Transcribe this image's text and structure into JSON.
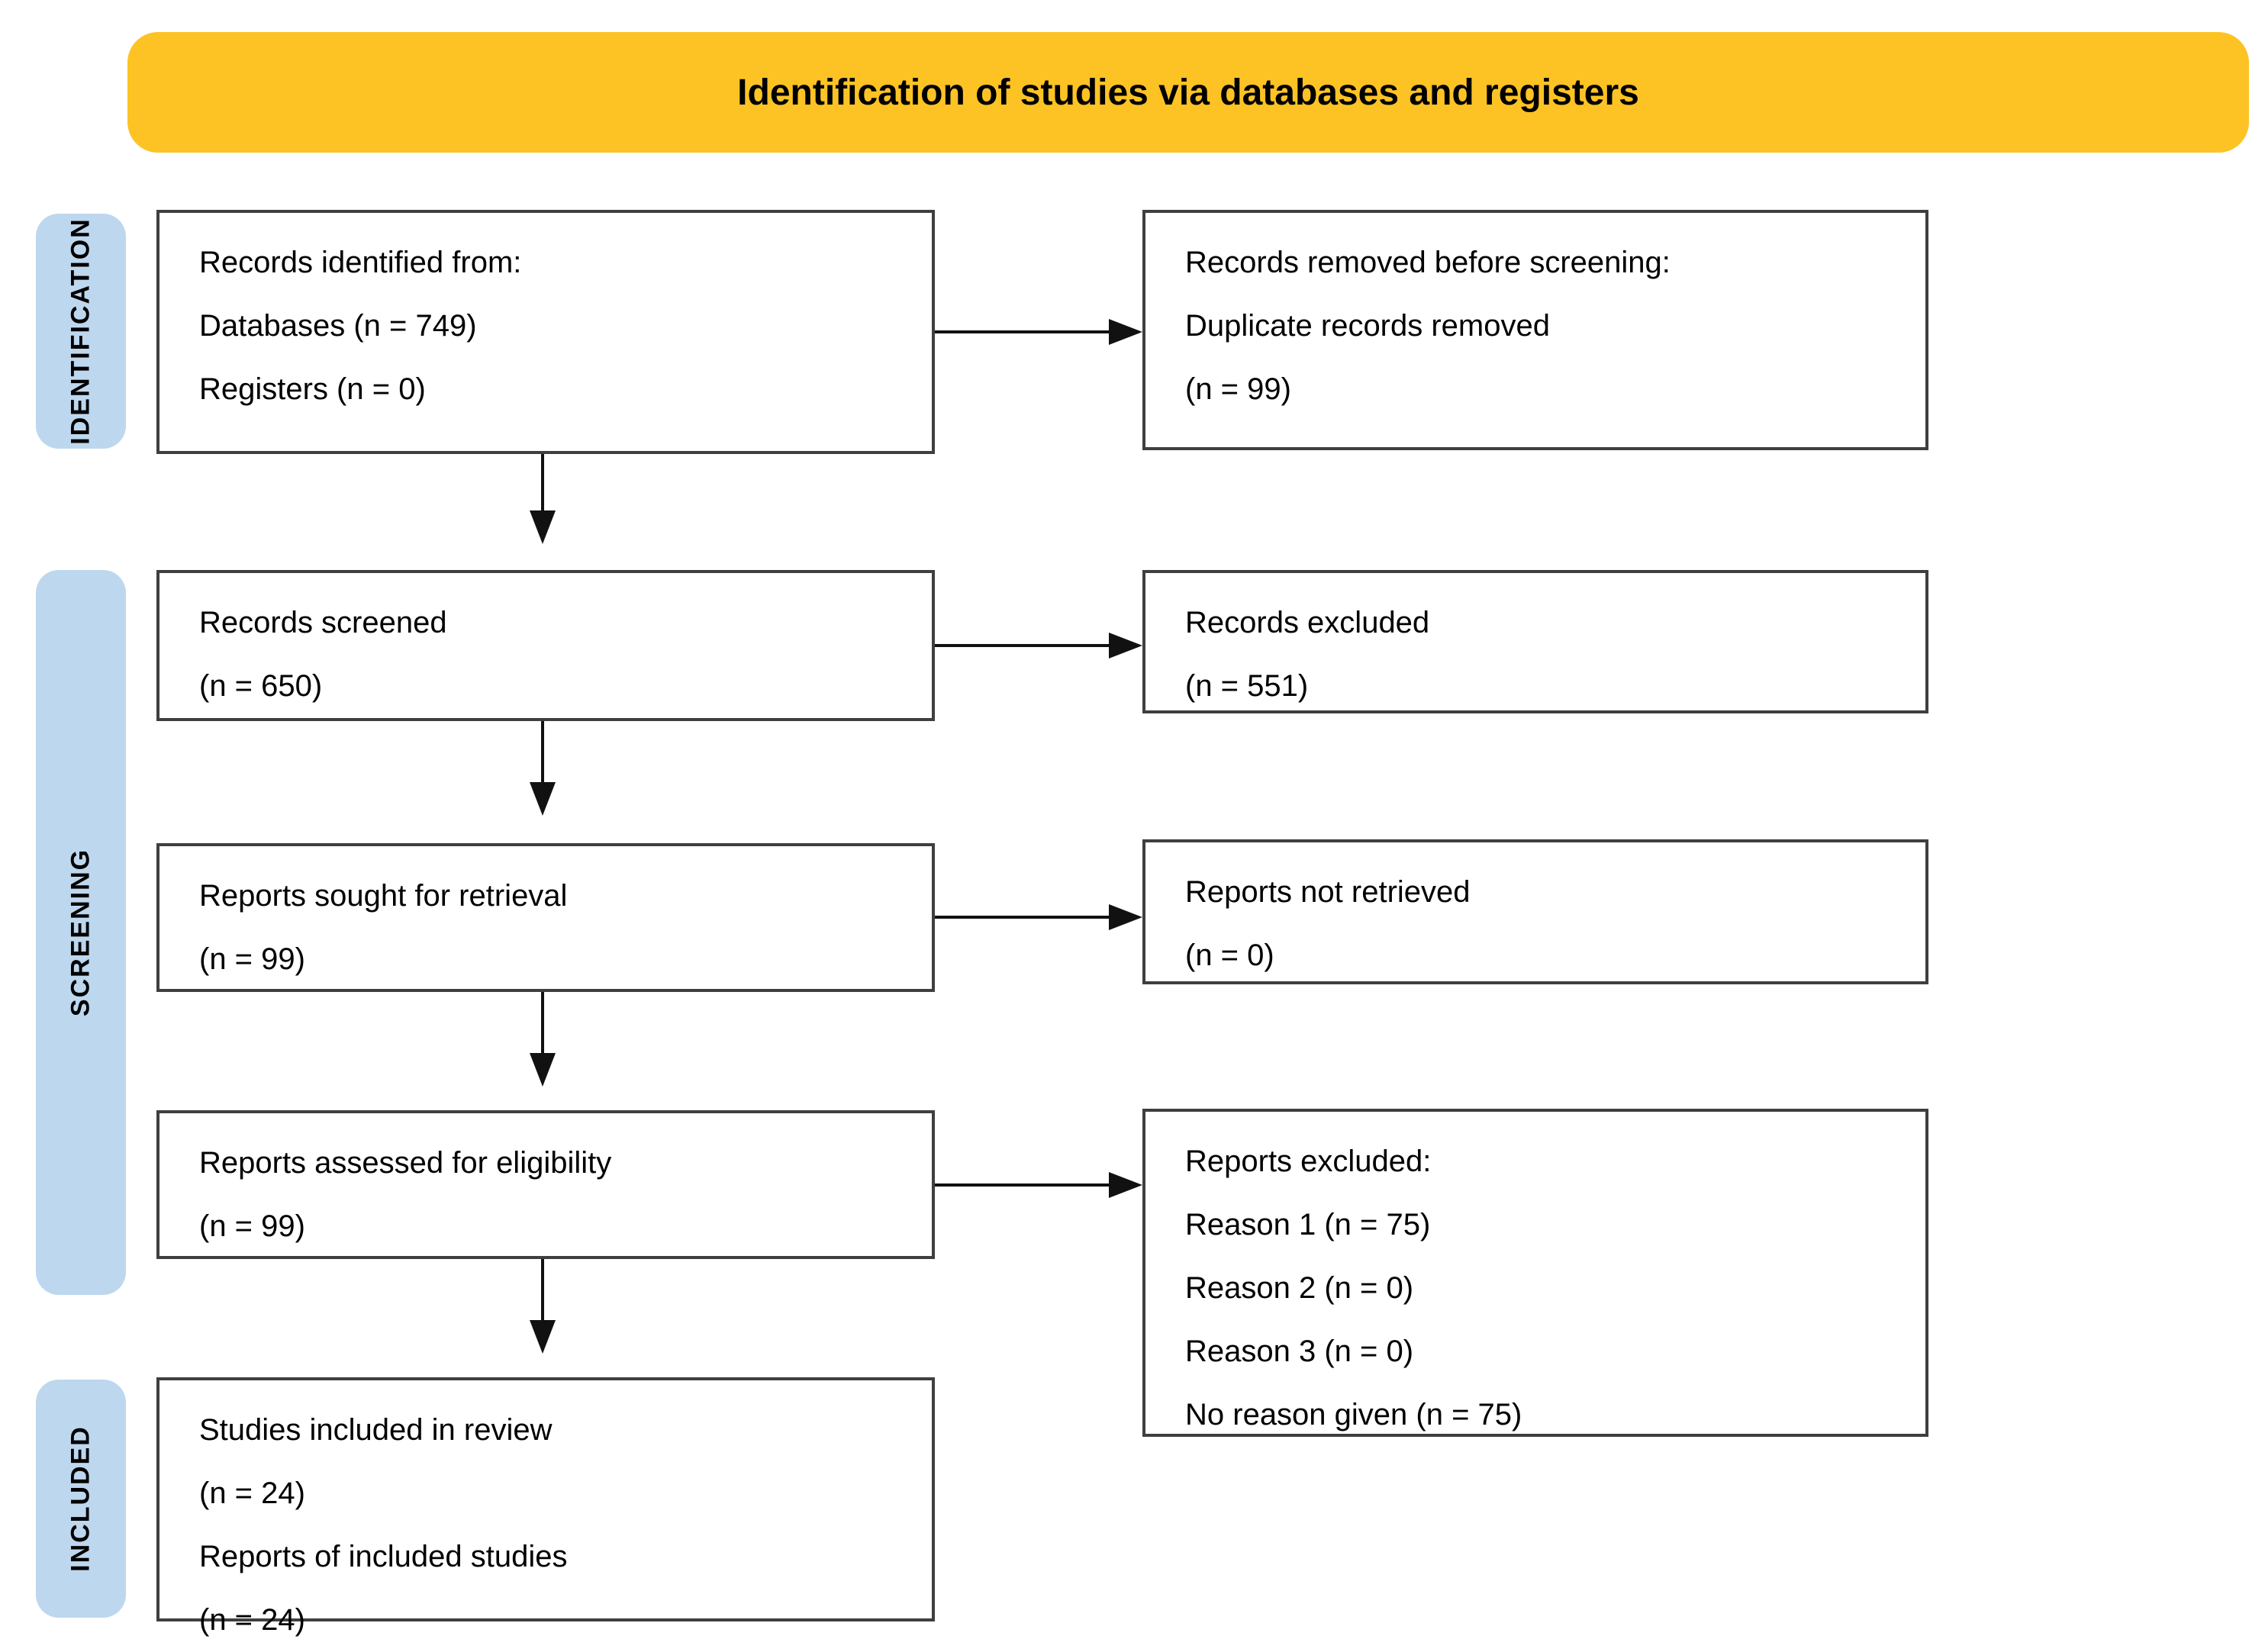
{
  "title": "Identification of studies via databases and registers",
  "stages": [
    {
      "label": "IDENTIFICATION"
    },
    {
      "label": "SCREENING"
    },
    {
      "label": "INCLUDED"
    }
  ],
  "boxes": {
    "records_identified": {
      "lines": [
        "Records identified from:",
        "Databases (n = 749)",
        "Registers (n = 0)"
      ]
    },
    "records_removed": {
      "lines": [
        "Records removed before screening:",
        "Duplicate records removed",
        "(n = 99)"
      ]
    },
    "records_screened": {
      "lines": [
        "Records screened",
        "(n = 650)"
      ]
    },
    "records_excluded": {
      "lines": [
        "Records excluded",
        "(n = 551)"
      ]
    },
    "reports_sought": {
      "lines": [
        "Reports sought for retrieval",
        "(n = 99)"
      ]
    },
    "reports_not_retrieved": {
      "lines": [
        "Reports not retrieved",
        "(n = 0)"
      ]
    },
    "reports_assessed": {
      "lines": [
        "Reports assessed for eligibility",
        "(n = 99)"
      ]
    },
    "reports_excluded": {
      "lines": [
        "Reports excluded:",
        "Reason 1 (n = 75)",
        "Reason 2 (n = 0)",
        "Reason 3 (n = 0)",
        "No reason given (n = 75)"
      ]
    },
    "studies_included": {
      "lines": [
        "Studies included in review",
        "(n = 24)",
        "Reports of included studies",
        "(n = 24)"
      ]
    }
  },
  "colors": {
    "title_bg": "#FDC324",
    "stage_bg": "#BDD7EE",
    "border": "#3F3F3F",
    "arrow": "#111111",
    "text": "#000000"
  }
}
